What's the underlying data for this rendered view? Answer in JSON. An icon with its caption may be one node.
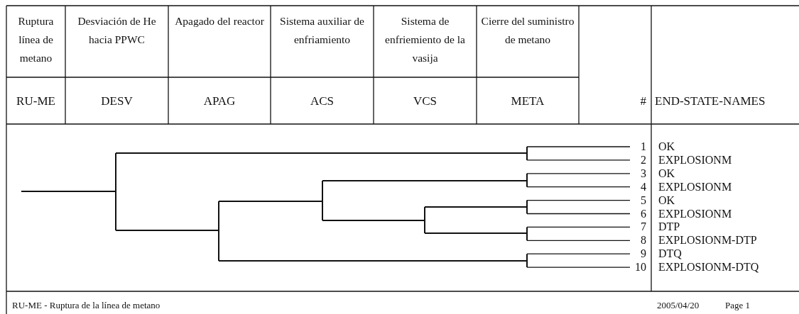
{
  "diagram": {
    "labels": [
      "Ruptura línea de metano",
      "Desviación de He hacia PPWC",
      "Apagado del reactor",
      "Sistema auxiliar de enfriamiento",
      "Sistema de enfriemiento de la vasija",
      "Cierre del suministro de metano",
      "RU-ME",
      "DESV",
      "APAG",
      "ACS",
      "VCS",
      "META",
      "#",
      "END-STATE-NAMES",
      "1",
      "OK",
      "2",
      "EXPLOSIONM",
      "3",
      "OK",
      "4",
      "EXPLOSIONM",
      "5",
      "OK",
      "6",
      "EXPLOSIONM",
      "7",
      "DTP",
      "8",
      "EXPLOSIONM-DTP",
      "9",
      "DTQ",
      "10",
      "EXPLOSIONM-DTQ",
      "RU-ME - Ruptura de la línea de metano",
      "2005/04/20",
      "Page 1"
    ]
  }
}
